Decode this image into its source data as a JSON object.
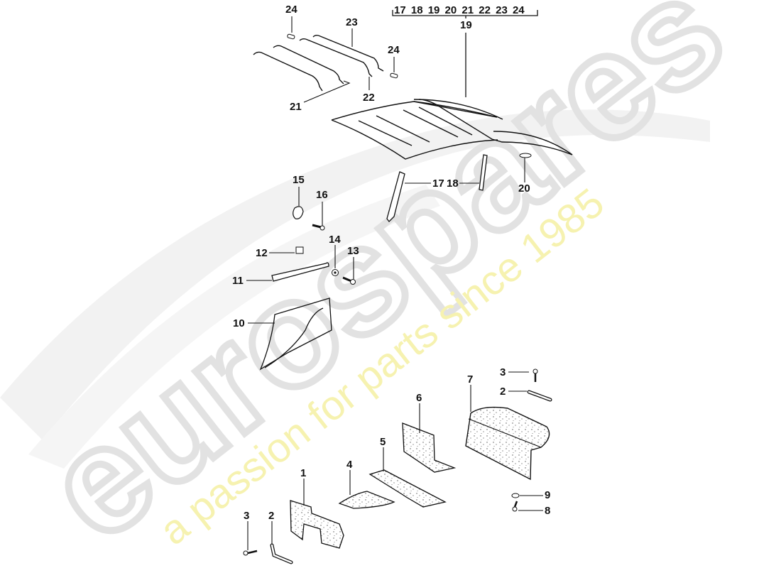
{
  "diagram": {
    "type": "exploded-parts-diagram",
    "subject": "convertible top / hood lining and interior insulation pads",
    "group_header": {
      "label_numbers": "17 18 19 20 21 22 23 24",
      "group_callout": "19"
    },
    "callouts": [
      {
        "id": "c24a",
        "label": "24",
        "part": "pin / plug"
      },
      {
        "id": "c23",
        "label": "23",
        "part": "top bow"
      },
      {
        "id": "c24b",
        "label": "24",
        "part": "pin / plug"
      },
      {
        "id": "c21",
        "label": "21",
        "part": "top bows (pair)"
      },
      {
        "id": "c22",
        "label": "22",
        "part": "top bow"
      },
      {
        "id": "c19",
        "label": "19",
        "part": "headliner / top lining assembly"
      },
      {
        "id": "c15",
        "label": "15",
        "part": "cap"
      },
      {
        "id": "c16",
        "label": "16",
        "part": "screw"
      },
      {
        "id": "c17",
        "label": "17",
        "part": "strip left"
      },
      {
        "id": "c18",
        "label": "18",
        "part": "strip right"
      },
      {
        "id": "c20",
        "label": "20",
        "part": "clip"
      },
      {
        "id": "c12",
        "label": "12",
        "part": "clip nut"
      },
      {
        "id": "c14",
        "label": "14",
        "part": "washer"
      },
      {
        "id": "c13",
        "label": "13",
        "part": "screw"
      },
      {
        "id": "c11",
        "label": "11",
        "part": "trim strip"
      },
      {
        "id": "c10",
        "label": "10",
        "part": "side panel"
      },
      {
        "id": "c3a",
        "label": "3",
        "part": "screw"
      },
      {
        "id": "c2a",
        "label": "2",
        "part": "bracket"
      },
      {
        "id": "c7",
        "label": "7",
        "part": "insulation pad (rear)"
      },
      {
        "id": "c6",
        "label": "6",
        "part": "insulation pad"
      },
      {
        "id": "c5",
        "label": "5",
        "part": "insulation pad"
      },
      {
        "id": "c4",
        "label": "4",
        "part": "insulation pad"
      },
      {
        "id": "c1",
        "label": "1",
        "part": "insulation pad"
      },
      {
        "id": "c9",
        "label": "9",
        "part": "clip"
      },
      {
        "id": "c8",
        "label": "8",
        "part": "screw"
      },
      {
        "id": "c3b",
        "label": "3",
        "part": "screw"
      },
      {
        "id": "c2b",
        "label": "2",
        "part": "bracket"
      }
    ]
  },
  "watermark": {
    "brand": "eurospares",
    "tagline": "a passion for parts since 1985",
    "tagline_color": "#f5f0a0",
    "brand_color": "#e8e8e8"
  },
  "colors": {
    "line": "#111111",
    "background": "#ffffff",
    "stipple": "#444444"
  }
}
